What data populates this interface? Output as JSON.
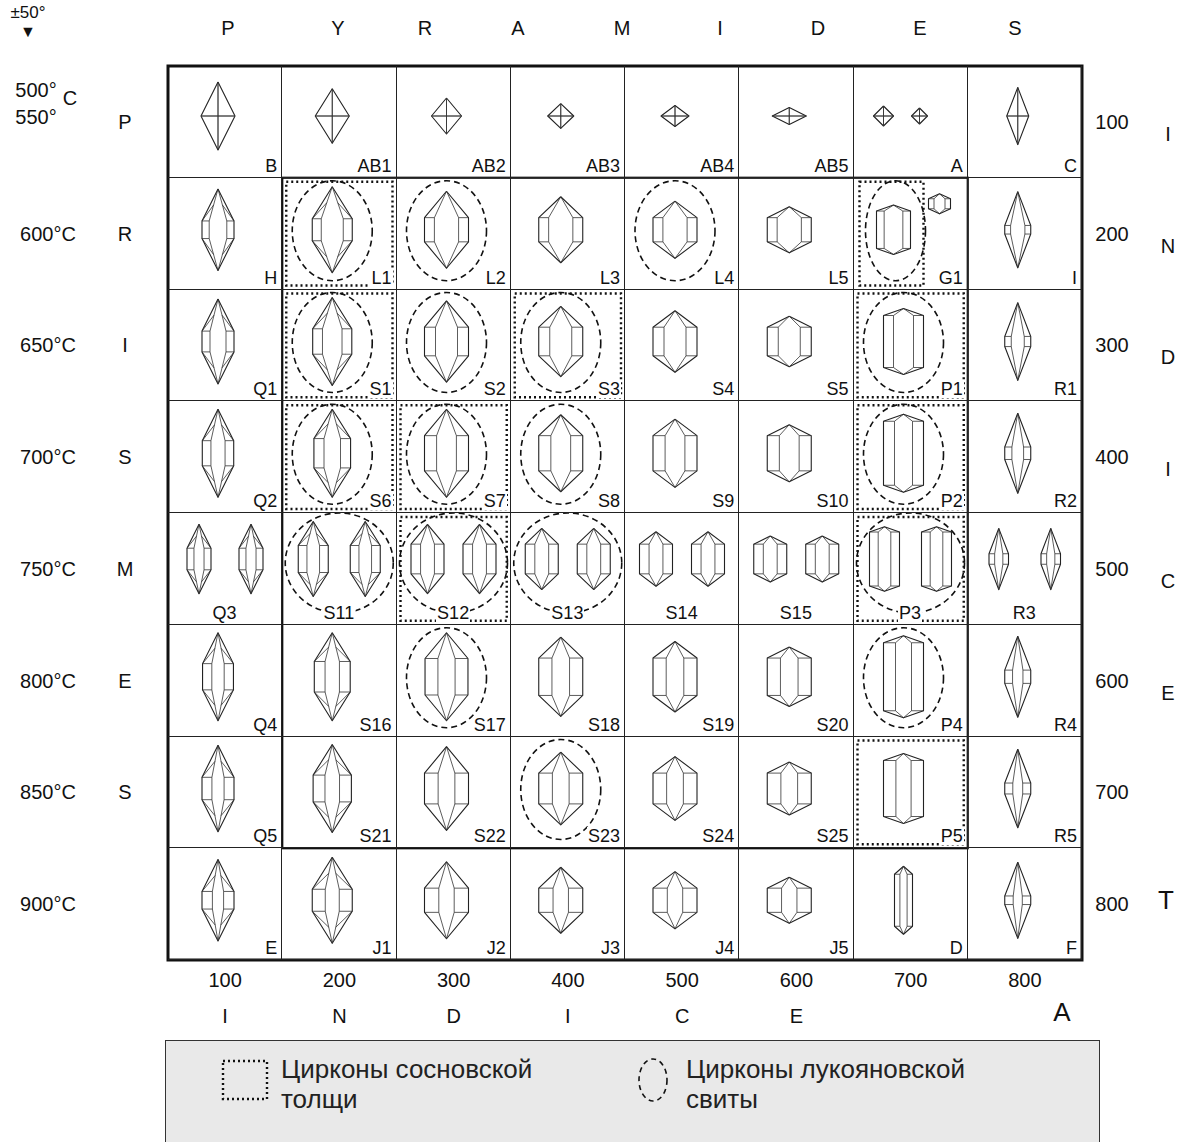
{
  "diagram": {
    "nodes": [
      {
        "text": [
          "B"
        ]
      },
      {
        "text": [
          "AB1"
        ]
      },
      {
        "text": [
          "AB2"
        ]
      },
      {
        "text": [
          "AB3"
        ]
      },
      {
        "text": [
          "AB4"
        ]
      },
      {
        "text": [
          "AB5"
        ]
      },
      {
        "text": [
          "A"
        ]
      },
      {
        "text": [
          "C"
        ]
      },
      {
        "text": [
          "H"
        ]
      },
      {
        "text": [
          "L1"
        ]
      },
      {
        "text": [
          "L2"
        ]
      },
      {
        "text": [
          "L3"
        ]
      },
      {
        "text": [
          "L4"
        ]
      },
      {
        "text": [
          "L5"
        ]
      },
      {
        "text": [
          "G1"
        ]
      },
      {
        "text": [
          "I"
        ]
      },
      {
        "text": [
          "Q1"
        ]
      },
      {
        "text": [
          "S1"
        ]
      },
      {
        "text": [
          "S2"
        ]
      },
      {
        "text": [
          "S3"
        ]
      },
      {
        "text": [
          "S4"
        ]
      },
      {
        "text": [
          "S5"
        ]
      },
      {
        "text": [
          "P1"
        ]
      },
      {
        "text": [
          "R1"
        ]
      },
      {
        "text": [
          "Q2"
        ]
      },
      {
        "text": [
          "S6"
        ]
      },
      {
        "text": [
          "S7"
        ]
      },
      {
        "text": [
          "S8"
        ]
      },
      {
        "text": [
          "S9"
        ]
      },
      {
        "text": [
          "S10"
        ]
      },
      {
        "text": [
          "P2"
        ]
      },
      {
        "text": [
          "R2"
        ]
      },
      {
        "text": [
          "Q3"
        ]
      },
      {
        "text": [
          "S11"
        ]
      },
      {
        "text": [
          "S12"
        ]
      },
      {
        "text": [
          "S13"
        ]
      },
      {
        "text": [
          "S14"
        ]
      },
      {
        "text": [
          "S15"
        ]
      },
      {
        "text": [
          "P3"
        ]
      },
      {
        "text": [
          "R3"
        ]
      },
      {
        "text": [
          "Q4"
        ]
      },
      {
        "text": [
          "S16"
        ]
      },
      {
        "text": [
          "S17"
        ]
      },
      {
        "text": [
          "S18"
        ]
      },
      {
        "text": [
          "S19"
        ]
      },
      {
        "text": [
          "S20"
        ]
      },
      {
        "text": [
          "P4"
        ]
      },
      {
        "text": [
          "R4"
        ]
      },
      {
        "text": [
          "Q5"
        ]
      },
      {
        "text": [
          "S21"
        ]
      },
      {
        "text": [
          "S22"
        ]
      },
      {
        "text": [
          "S23"
        ]
      },
      {
        "text": [
          "S24"
        ]
      },
      {
        "text": [
          "S25"
        ]
      },
      {
        "text": [
          "P5"
        ]
      },
      {
        "text": [
          "R5"
        ]
      },
      {
        "text": [
          "E"
        ]
      },
      {
        "text": [
          "J1"
        ]
      },
      {
        "text": [
          "J2"
        ]
      },
      {
        "text": [
          "J3"
        ]
      },
      {
        "text": [
          "J4"
        ]
      },
      {
        "text": [
          "J5"
        ]
      },
      {
        "text": [
          "D"
        ]
      },
      {
        "text": [
          "F"
        ]
      }
    ],
    "labels": [
      "±50°",
      "▼",
      "P",
      "Y",
      "R",
      "A",
      "M",
      "I",
      "D",
      "E",
      "S",
      "500°",
      "C",
      "550°",
      "600°C",
      "650°C",
      "700°C",
      "750°C",
      "800°C",
      "850°C",
      "900°C",
      "P",
      "R",
      "I",
      "S",
      "M",
      "E",
      "S",
      "100",
      "200",
      "300",
      "400",
      "500",
      "600",
      "700",
      "800",
      "I",
      "N",
      "D",
      "I",
      "C",
      "E",
      "T",
      "100",
      "200",
      "300",
      "400",
      "500",
      "600",
      "700",
      "800",
      "I",
      "N",
      "D",
      "I",
      "C",
      "E",
      "A"
    ],
    "legend": [
      {
        "text": "Цирконы сосновской толщи"
      },
      {
        "text": "Цирконы лукояновской свиты"
      }
    ]
  }
}
